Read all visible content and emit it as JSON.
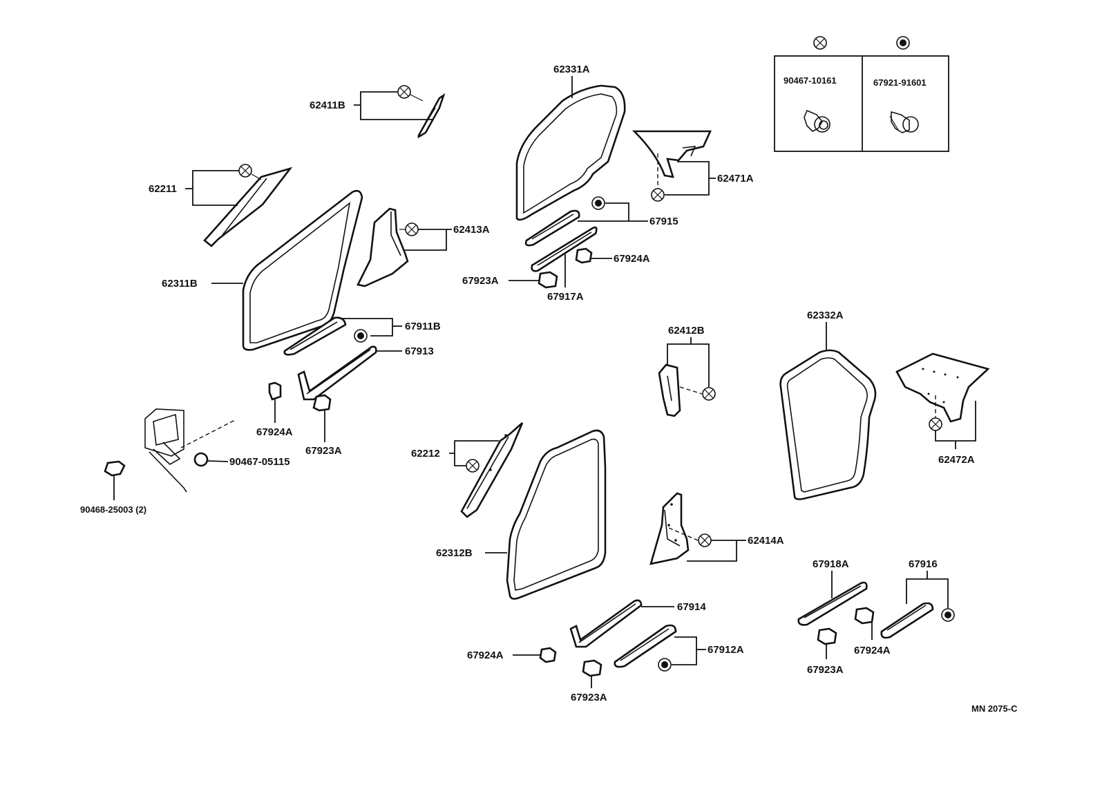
{
  "legend": {
    "items": [
      {
        "symbol": "x-circle-icon",
        "part_no": "90467-10161"
      },
      {
        "symbol": "dot-circle-icon",
        "part_no": "67921-91601"
      }
    ]
  },
  "labels": {
    "p62411B": "62411B",
    "p62211": "62211",
    "p62311B": "62311B",
    "p62413A": "62413A",
    "p67911B": "67911B",
    "p67913": "67913",
    "p67924A_1": "67924A",
    "p67923A_1": "67923A",
    "p90467_05115": "90467-05115",
    "p90468_25003": "90468-25003 (2)",
    "p62331A": "62331A",
    "p62471A": "62471A",
    "p67915": "67915",
    "p67924A_2": "67924A",
    "p67923A_2": "67923A",
    "p67917A": "67917A",
    "p62412B": "62412B",
    "p62332A": "62332A",
    "p62472A": "62472A",
    "p62212": "62212",
    "p62312B": "62312B",
    "p62414A": "62414A",
    "p67914": "67914",
    "p67912A": "67912A",
    "p67924A_3": "67924A",
    "p67923A_3": "67923A",
    "p67918A": "67918A",
    "p67916": "67916",
    "p67924A_4": "67924A",
    "p67923A_4": "67923A",
    "code": "MN 2075-C"
  }
}
